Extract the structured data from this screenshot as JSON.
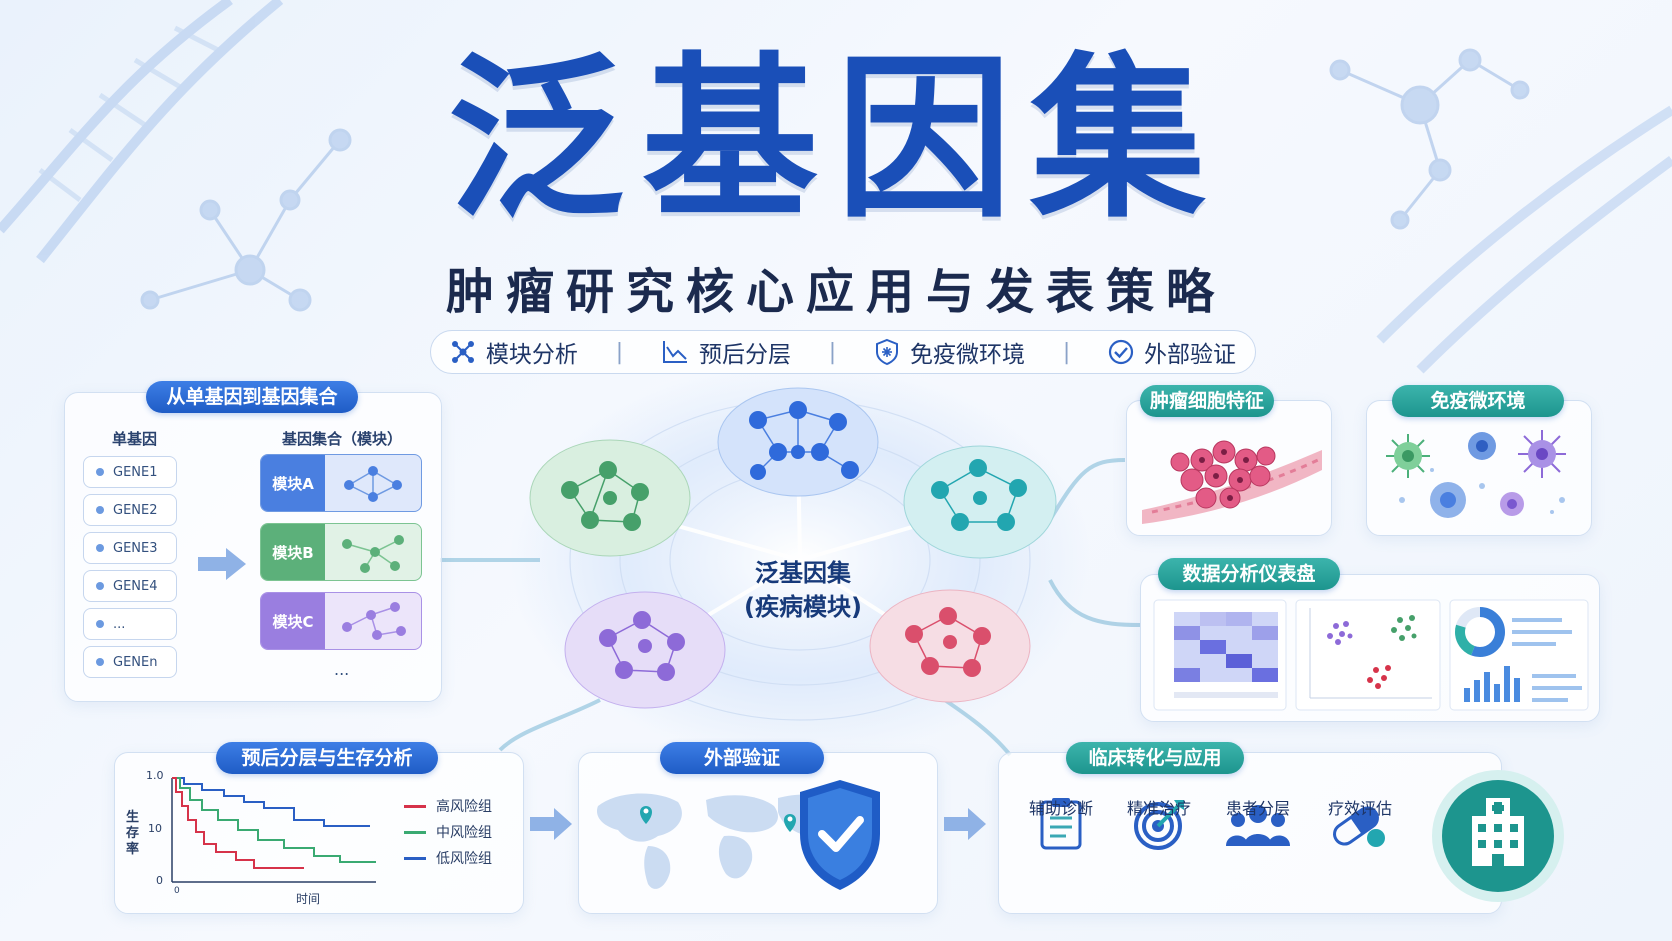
{
  "title": "泛基因集",
  "subtitle": "肿瘤研究核心应用与发表策略",
  "features": [
    {
      "icon": "module-network-icon",
      "label": "模块分析"
    },
    {
      "icon": "prognosis-chart-icon",
      "label": "预后分层"
    },
    {
      "icon": "immune-shield-icon",
      "label": "免疫微环境"
    },
    {
      "icon": "check-circle-icon",
      "label": "外部验证"
    }
  ],
  "feature_separator": "|",
  "gene_panel": {
    "title": "从单基因到基因集合",
    "single_header": "单基因",
    "set_header": "基因集合（模块）",
    "genes": [
      "GENE1",
      "GENE2",
      "GENE3",
      "GENE4",
      "...",
      "GENEn"
    ],
    "modules": [
      "模块A",
      "模块B",
      "模块C"
    ],
    "more": "..."
  },
  "center": {
    "line1": "泛基因集",
    "line2": "(疾病模块)"
  },
  "tumor_panel": {
    "title": "肿瘤细胞特征"
  },
  "immune_panel": {
    "title": "免疫微环境"
  },
  "dashboard_panel": {
    "title": "数据分析仪表盘"
  },
  "survival_panel": {
    "title": "预后分层与生存分析",
    "ylabel": "生存率",
    "xlabel": "时间",
    "y_ticks": [
      "1.0",
      "10",
      "0"
    ],
    "x_tick": "0",
    "legend": [
      {
        "name": "高风险组",
        "color": "#d6334a"
      },
      {
        "name": "中风险组",
        "color": "#3aaa72"
      },
      {
        "name": "低风险组",
        "color": "#2a5fc4"
      }
    ]
  },
  "validation_panel": {
    "title": "外部验证"
  },
  "clinical_panel": {
    "title": "临床转化与应用",
    "items": [
      {
        "icon": "clipboard-icon",
        "label": "辅助诊断"
      },
      {
        "icon": "target-icon",
        "label": "精准治疗"
      },
      {
        "icon": "people-icon",
        "label": "患者分层"
      },
      {
        "icon": "capsule-icon",
        "label": "疗效评估"
      }
    ]
  },
  "colors": {
    "primary": "#1a4fb8",
    "teal": "#1d958e",
    "module_a": "#4a7fe0",
    "module_b": "#5cb07a",
    "module_c": "#9a7ee0",
    "high_risk": "#d6334a",
    "mid_risk": "#3aaa72",
    "low_risk": "#2a5fc4"
  }
}
